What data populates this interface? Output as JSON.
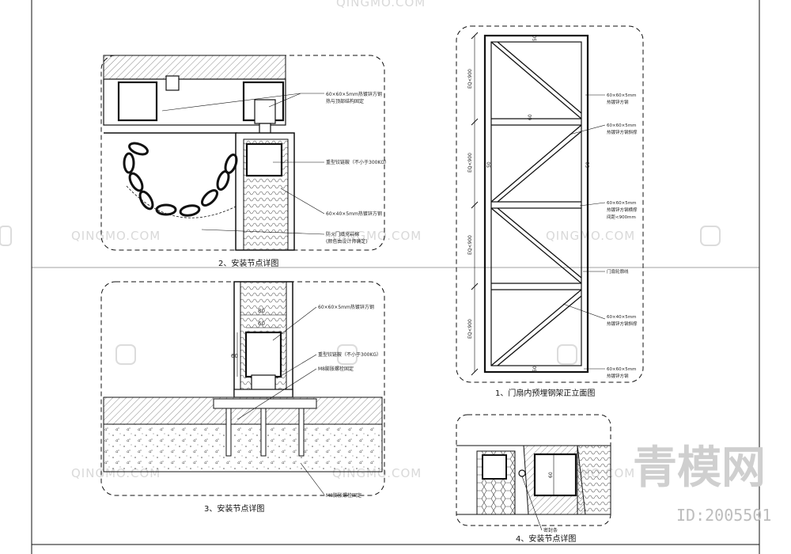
{
  "detail2": {
    "title": "2、安装节点详图",
    "notes": [
      "60×60×5mm热镀锌方钢",
      "热与顶部结构固定",
      "重型铰链鞍（不小于300KG）",
      "60×40×5mm热镀锌方钢",
      "防火门填充岩棉",
      "(颜色由设计师确定)"
    ]
  },
  "detail3": {
    "title": "3、安装节点详图",
    "dims": [
      "80",
      "60",
      "60"
    ],
    "notes": [
      "60×60×5mm热镀锌方钢",
      "重型铰链鞍（不小于300KG）",
      "M8膨胀螺栓固定",
      "M8膨胀螺栓固定"
    ]
  },
  "detail1": {
    "title": "1、门扇内预埋钢架正立面图",
    "dims": [
      "50",
      "60",
      "50",
      "50",
      "50"
    ],
    "side_dims": [
      "EQ<900",
      "EQ<900",
      "EQ<900",
      "EQ<900"
    ],
    "notes": [
      "60×60×5mm",
      "热镀锌方钢",
      "60×60×5mm",
      "热镀锌方钢斜撑",
      "60×60×5mm",
      "热镀锌方钢横撑",
      "间距<900mm",
      "门扇轮廓线",
      "60×40×5mm",
      "热镀锌方钢斜撑",
      "60×60×5mm",
      "热镀锌方钢"
    ]
  },
  "detail4": {
    "title": "4、安装节点详图",
    "dims": [
      "60"
    ],
    "notes": [
      "密封条"
    ]
  },
  "watermark": {
    "brand": "QINGMO.COM",
    "site_name": "青模网",
    "image_id": "ID:2005501"
  },
  "icons": [
    "chain-icon",
    "logo-watermark-icon"
  ]
}
